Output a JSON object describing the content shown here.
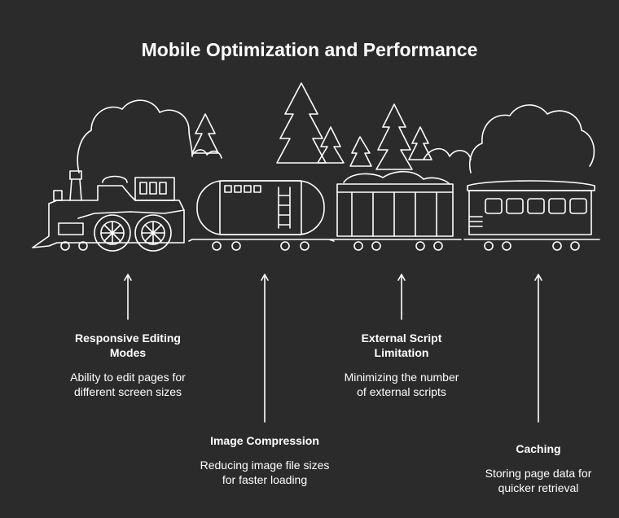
{
  "title": "Mobile Optimization and Performance",
  "colors": {
    "background": "#2b2b2b",
    "line": "#ffffff",
    "text": "#ffffff"
  },
  "items": [
    {
      "heading": "Responsive Editing Modes",
      "description": "Ability to edit pages for different screen sizes"
    },
    {
      "heading": "Image Compression",
      "description": "Reducing image file sizes for faster loading"
    },
    {
      "heading": "External Script Limitation",
      "description": "Minimizing the number of external scripts"
    },
    {
      "heading": "Caching",
      "description": "Storing page data for quicker retrieval"
    }
  ]
}
